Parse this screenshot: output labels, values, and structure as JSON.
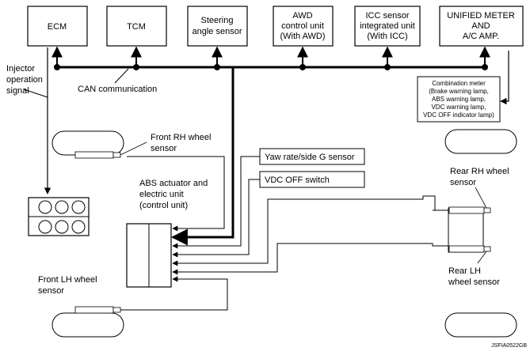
{
  "modules": {
    "ecm": [
      "ECM"
    ],
    "tcm": [
      "TCM"
    ],
    "steering": [
      "Steering",
      "angle sensor"
    ],
    "awd": [
      "AWD",
      "control unit",
      "(With AWD)"
    ],
    "icc": [
      "ICC sensor",
      "integrated unit",
      "(With ICC)"
    ],
    "meter": [
      "UNIFIED METER",
      "AND",
      "A/C AMP."
    ]
  },
  "can_label": "CAN communication",
  "injector_label": [
    "Injector",
    "operation",
    "signal"
  ],
  "combination_meter": [
    "Combination meter",
    "(Brake warning lamp,",
    "ABS warning lamp,",
    "VDC warning lamp,",
    "VDC OFF indicator lamp)"
  ],
  "front_rh_sensor": [
    "Front RH wheel",
    "sensor"
  ],
  "front_lh_sensor": [
    "Front LH wheel",
    "sensor"
  ],
  "rear_rh_sensor": [
    "Rear RH wheel",
    "sensor"
  ],
  "rear_lh_sensor": [
    "Rear LH",
    "wheel sensor"
  ],
  "yaw_sensor": "Yaw rate/side G sensor",
  "vdc_switch": "VDC OFF switch",
  "abs_unit": [
    "ABS actuator and",
    "electric unit",
    "(control unit)"
  ],
  "figure_id": "JSFIA0522GB"
}
